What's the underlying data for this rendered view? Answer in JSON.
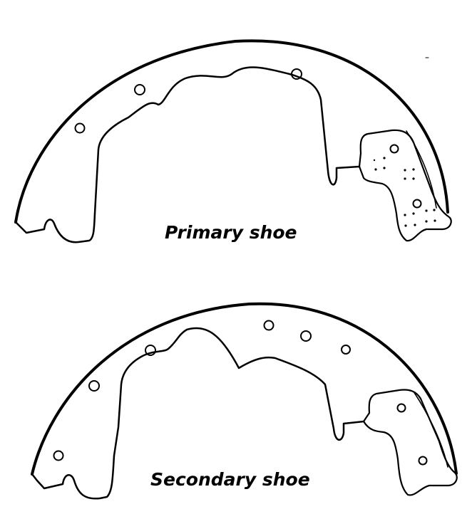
{
  "figure": {
    "background": "#ffffff",
    "stroke_color": "#000000",
    "shoes": [
      {
        "id": "primary",
        "label": "Primary shoe",
        "rivet_holes": 3,
        "has_dotted_pad": true
      },
      {
        "id": "secondary",
        "label": "Secondary shoe",
        "rivet_holes": 6,
        "has_dotted_pad": false
      }
    ]
  }
}
